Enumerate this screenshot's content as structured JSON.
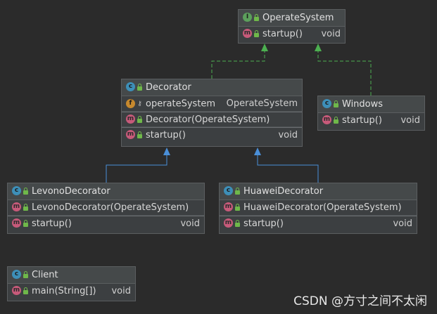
{
  "classes": {
    "operate_system": {
      "kind": "interface",
      "name": "OperateSystem",
      "methods": [
        {
          "name": "startup()",
          "type": "void"
        }
      ]
    },
    "decorator": {
      "kind": "class",
      "name": "Decorator",
      "fields": [
        {
          "name": "operateSystem",
          "type": "OperateSystem"
        }
      ],
      "constructors": [
        {
          "name": "Decorator(OperateSystem)"
        }
      ],
      "methods": [
        {
          "name": "startup()",
          "type": "void"
        }
      ]
    },
    "windows": {
      "kind": "class",
      "name": "Windows",
      "methods": [
        {
          "name": "startup()",
          "type": "void"
        }
      ]
    },
    "levono_decorator": {
      "kind": "class",
      "name": "LevonoDecorator",
      "constructors": [
        {
          "name": "LevonoDecorator(OperateSystem)"
        }
      ],
      "methods": [
        {
          "name": "startup()",
          "type": "void"
        }
      ]
    },
    "huawei_decorator": {
      "kind": "class",
      "name": "HuaweiDecorator",
      "constructors": [
        {
          "name": "HuaweiDecorator(OperateSystem)"
        }
      ],
      "methods": [
        {
          "name": "startup()",
          "type": "void"
        }
      ]
    },
    "client": {
      "kind": "class",
      "name": "Client",
      "methods": [
        {
          "name": "main(String[])",
          "type": "void"
        }
      ]
    }
  },
  "relations": [
    {
      "from": "Decorator",
      "to": "OperateSystem",
      "kind": "implements"
    },
    {
      "from": "Windows",
      "to": "OperateSystem",
      "kind": "implements"
    },
    {
      "from": "LevonoDecorator",
      "to": "Decorator",
      "kind": "extends"
    },
    {
      "from": "HuaweiDecorator",
      "to": "Decorator",
      "kind": "extends"
    }
  ],
  "watermark": "CSDN @方寸之间不太闲",
  "colors": {
    "background": "#2b2b2b",
    "implements_line": "#4caf50",
    "extends_line": "#4a8fd8",
    "class_icon": "#3d8fb8",
    "interface_icon": "#5ca05c",
    "method_icon": "#c75a7a",
    "field_icon": "#c7892e",
    "public_lock": "#6fb84a"
  }
}
